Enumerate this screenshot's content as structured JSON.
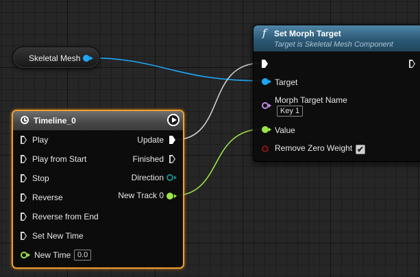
{
  "variable_node": {
    "label": "Skeletal Mesh"
  },
  "function_node": {
    "title": "Set Morph Target",
    "subtitle": "Target is Skeletal Mesh Component",
    "icon": "f",
    "pins": {
      "target": "Target",
      "morph_target_name": "Morph Target Name",
      "morph_target_value": "Key 1",
      "value": "Value",
      "remove_zero_weight": "Remove Zero Weight",
      "remove_zero_weight_checked": "✔"
    }
  },
  "timeline_node": {
    "title": "Timeline_0",
    "inputs": [
      "Play",
      "Play from Start",
      "Stop",
      "Reverse",
      "Reverse from End",
      "Set New Time"
    ],
    "new_time_label": "New Time",
    "new_time_value": "0.0",
    "outputs": [
      "Update",
      "Finished",
      "Direction",
      "New Track 0"
    ]
  },
  "colors": {
    "object_pin": "#1ea6f5",
    "float_pin": "#9be54a",
    "name_pin": "#c48ae6",
    "exec_wire": "#d0d0d0",
    "timeline_border": "#f0a134",
    "function_header": "#2b5874"
  }
}
